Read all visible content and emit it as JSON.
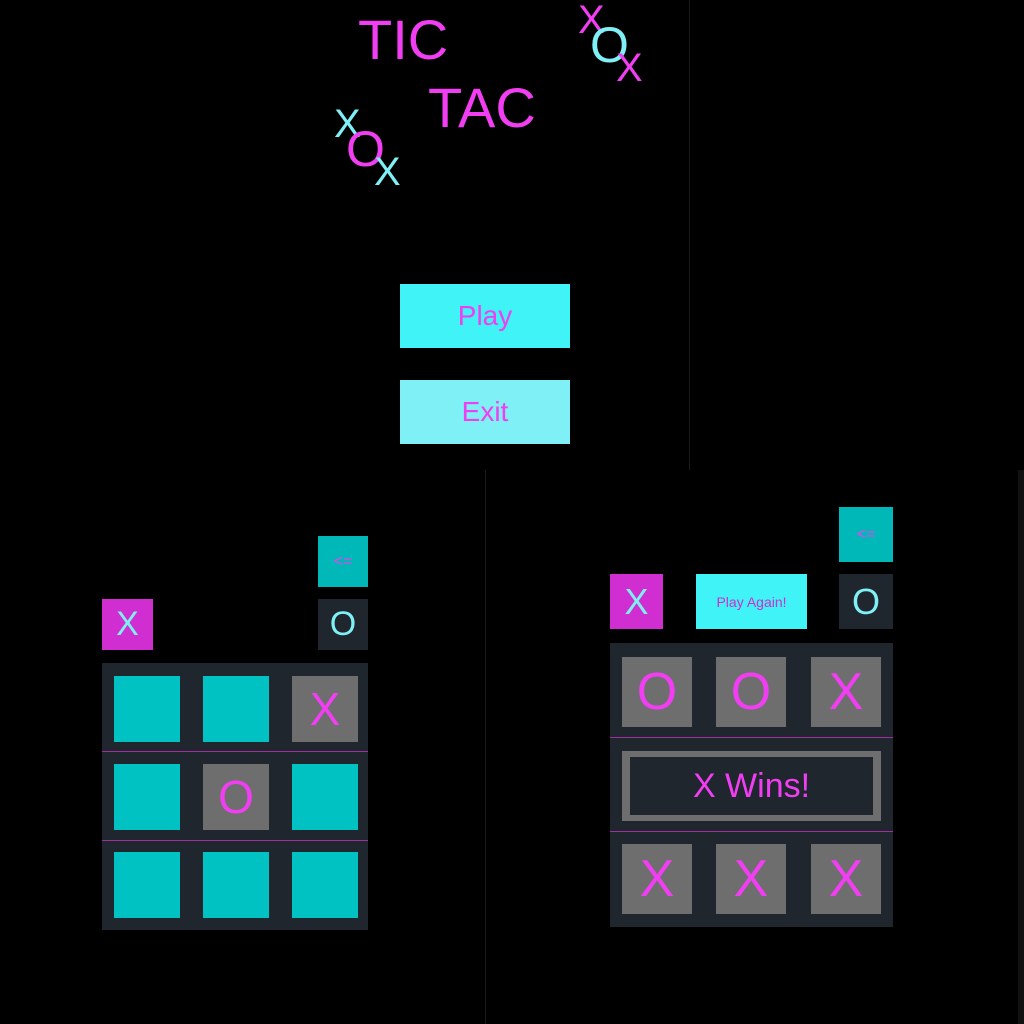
{
  "menu": {
    "title_line1": "TIC",
    "title_line2": "TAC",
    "play_label": "Play",
    "exit_label": "Exit",
    "deco_x": "X",
    "deco_o": "O"
  },
  "colors": {
    "magenta": "#f23ef2",
    "cyan": "#3ff3f6",
    "cyan_light": "#7ff0f6",
    "teal": "#00c2c2",
    "gray": "#6e6e6e",
    "panel": "#1f262d"
  },
  "game_left": {
    "back_label": "<=",
    "player_x": "X",
    "player_o": "O",
    "cells": [
      "",
      "",
      "X",
      "",
      "O",
      "",
      "",
      "",
      ""
    ]
  },
  "game_right": {
    "back_label": "<=",
    "player_x": "X",
    "player_o": "O",
    "play_again_label": "Play Again!",
    "result_label": "X Wins!",
    "cells": [
      "O",
      "O",
      "X",
      "",
      "",
      "",
      "X",
      "X",
      "X"
    ]
  }
}
